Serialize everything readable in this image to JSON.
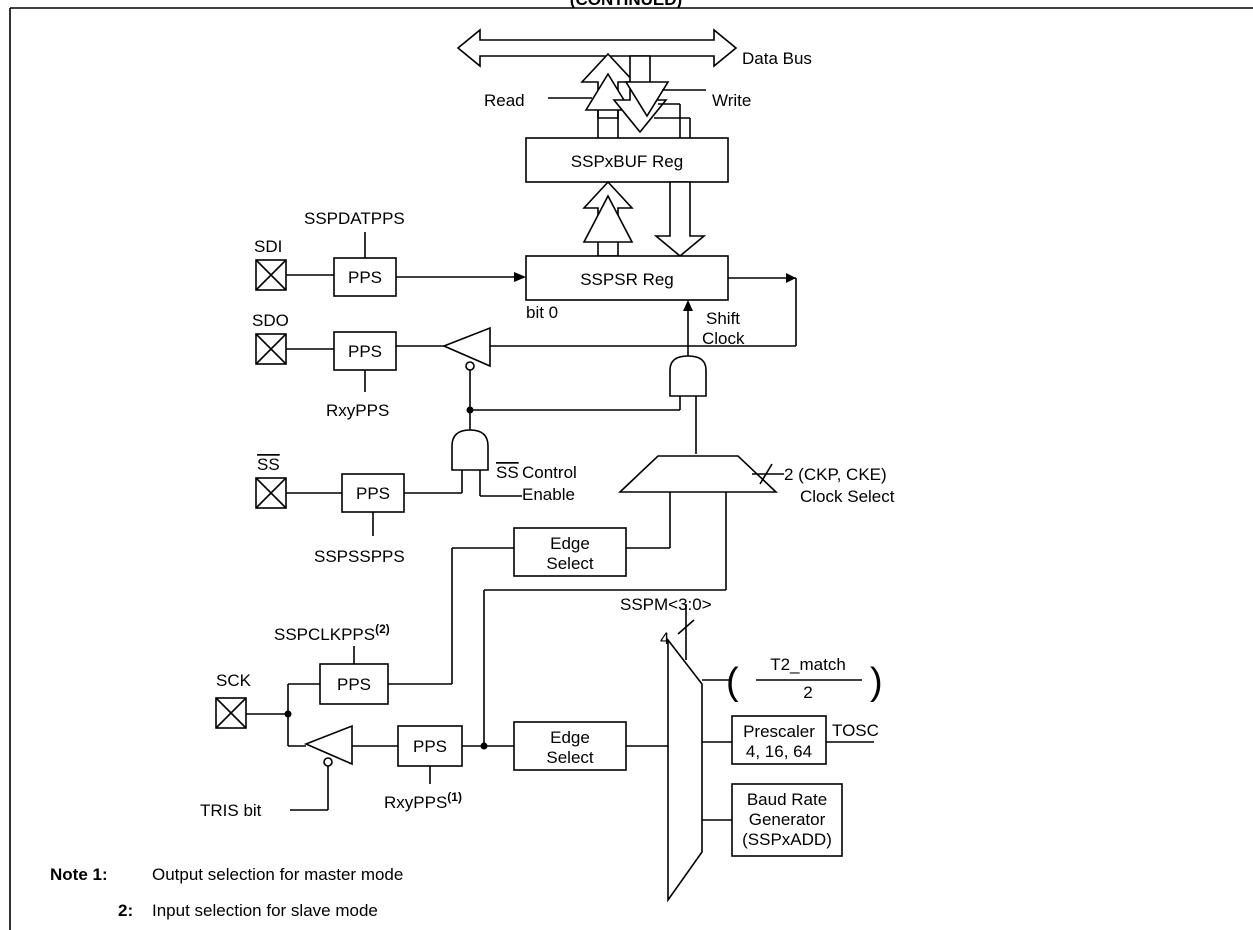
{
  "figure_title": "(CONTINUED)",
  "labels": {
    "data_bus": "Data Bus",
    "read": "Read",
    "write": "Write",
    "sspxbuf": "SSPxBUF Reg",
    "sspsr": "SSPSR Reg",
    "sspdatpps": "SSPDATPPS",
    "sdi": "SDI",
    "sdo": "SDO",
    "pps": "PPS",
    "bit0": "bit 0",
    "shift": "Shift",
    "clock": "Clock",
    "rxypps": "RxyPPS",
    "ss": "SS",
    "ss_control": "Control",
    "enable": "Enable",
    "sspsspps": "SSPSSPPS",
    "ckp_cke": "2 (CKP, CKE)",
    "clock_select": "Clock Select",
    "edge": "Edge",
    "select": "Select",
    "sspclkpps": "SSPCLKPPS",
    "sup2": "(2)",
    "sup1": "(1)",
    "sck": "SCK",
    "tris_bit": "TRIS bit",
    "sspm": "SSPM<3:0>",
    "bus_width": "4",
    "t2_match": "T2_match",
    "divisor": "2",
    "prescaler": "Prescaler",
    "prescaler_vals": "4, 16, 64",
    "tosc": "TOSC",
    "baud1": "Baud Rate",
    "baud2": "Generator",
    "baud3": "(SSPxADD)"
  },
  "notes": [
    {
      "num": "Note 1:",
      "text": "Output selection for master mode"
    },
    {
      "num": "2:",
      "text": "Input selection for slave mode"
    }
  ]
}
